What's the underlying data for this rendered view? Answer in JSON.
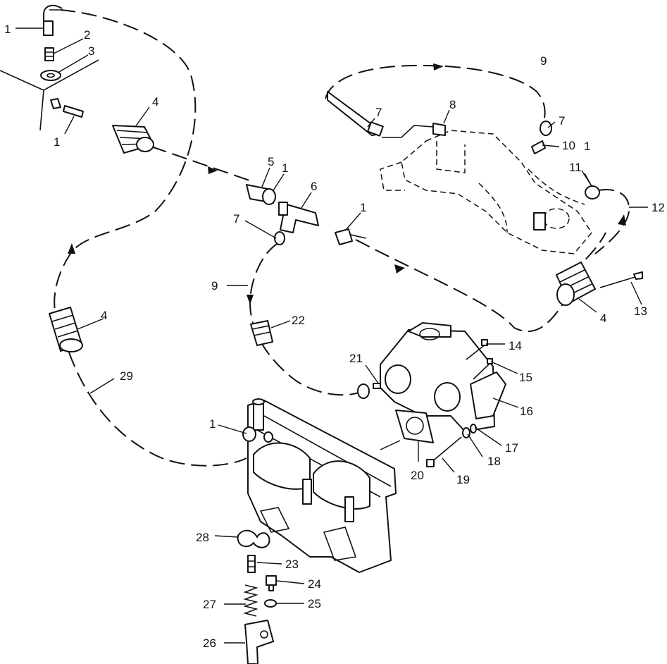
{
  "diagram": {
    "callouts": [
      {
        "id": "c-1a",
        "text": "1"
      },
      {
        "id": "c-2",
        "text": "2"
      },
      {
        "id": "c-3",
        "text": "3"
      },
      {
        "id": "c-4a",
        "text": "4"
      },
      {
        "id": "c-1b",
        "text": "1"
      },
      {
        "id": "c-5",
        "text": "5"
      },
      {
        "id": "c-1c",
        "text": "1"
      },
      {
        "id": "c-6",
        "text": "6"
      },
      {
        "id": "c-7a",
        "text": "7"
      },
      {
        "id": "c-1d",
        "text": "1"
      },
      {
        "id": "c-9a",
        "text": "9"
      },
      {
        "id": "c-7b",
        "text": "7"
      },
      {
        "id": "c-8",
        "text": "8"
      },
      {
        "id": "c-7c",
        "text": "7"
      },
      {
        "id": "c-10",
        "text": "10"
      },
      {
        "id": "c-11",
        "text": "11"
      },
      {
        "id": "c-1e",
        "text": "1"
      },
      {
        "id": "c-12",
        "text": "12"
      },
      {
        "id": "c-9b",
        "text": "9"
      },
      {
        "id": "c-4b",
        "text": "4"
      },
      {
        "id": "c-22",
        "text": "22"
      },
      {
        "id": "c-4c",
        "text": "4"
      },
      {
        "id": "c-13",
        "text": "13"
      },
      {
        "id": "c-14",
        "text": "14"
      },
      {
        "id": "c-21",
        "text": "21"
      },
      {
        "id": "c-15",
        "text": "15"
      },
      {
        "id": "c-29",
        "text": "29"
      },
      {
        "id": "c-16",
        "text": "16"
      },
      {
        "id": "c-1f",
        "text": "1"
      },
      {
        "id": "c-17",
        "text": "17"
      },
      {
        "id": "c-18",
        "text": "18"
      },
      {
        "id": "c-20",
        "text": "20"
      },
      {
        "id": "c-19",
        "text": "19"
      },
      {
        "id": "c-28",
        "text": "28"
      },
      {
        "id": "c-23",
        "text": "23"
      },
      {
        "id": "c-24",
        "text": "24"
      },
      {
        "id": "c-25",
        "text": "25"
      },
      {
        "id": "c-27",
        "text": "27"
      },
      {
        "id": "c-26",
        "text": "26"
      }
    ]
  }
}
